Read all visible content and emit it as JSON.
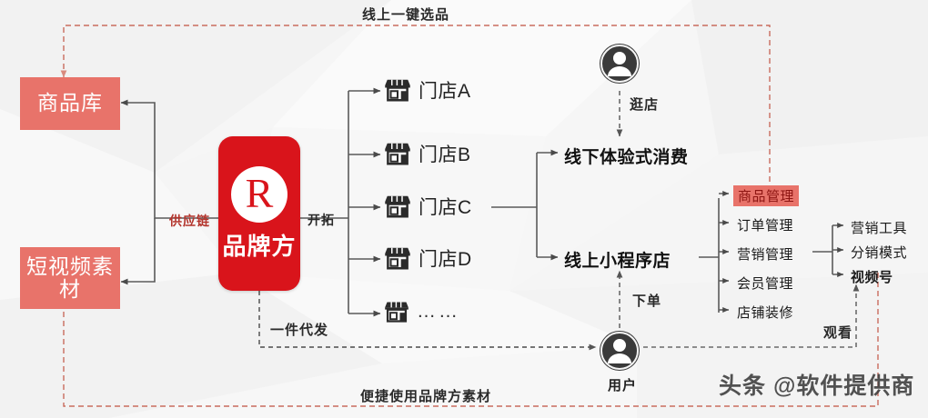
{
  "diagram": {
    "title_top": "线上一键选品",
    "title_bottom": "便捷使用品牌方素材",
    "colors": {
      "coral": "#e8736a",
      "brand_red": "#d9141b",
      "dashed_red": "#c96c5e",
      "wire_gray": "#595959",
      "highlight_text": "#8d1512"
    }
  },
  "left_boxes": [
    {
      "label": "商品库"
    },
    {
      "label": "短视频素材"
    }
  ],
  "brand": {
    "logo_letter": "R",
    "name": "品牌方",
    "left_edge_label": "供应链",
    "right_edge_label": "开拓",
    "dropship_label": "一件代发"
  },
  "stores": [
    {
      "label": "门店A",
      "icon": "storefront-icon"
    },
    {
      "label": "门店B",
      "icon": "storefront-icon"
    },
    {
      "label": "门店C",
      "icon": "storefront-icon"
    },
    {
      "label": "门店D",
      "icon": "storefront-icon"
    },
    {
      "label": "……",
      "icon": "storefront-icon"
    }
  ],
  "channels": [
    {
      "label": "线下体验式消费"
    },
    {
      "label": "线上小程序店"
    }
  ],
  "menu": {
    "items": [
      {
        "label": "商品管理",
        "highlighted": true
      },
      {
        "label": "订单管理",
        "highlighted": false
      },
      {
        "label": "营销管理",
        "highlighted": false
      },
      {
        "label": "会员管理",
        "highlighted": false
      },
      {
        "label": "店铺装修",
        "highlighted": false
      }
    ],
    "submenu": [
      {
        "label": "营销工具",
        "bold": false
      },
      {
        "label": "分销模式",
        "bold": false
      },
      {
        "label": "视频号",
        "bold": true
      }
    ]
  },
  "actors": [
    {
      "id": "shopper",
      "icon": "person-icon",
      "caption": "",
      "action_label": "逛店"
    },
    {
      "id": "user",
      "icon": "person-icon",
      "caption": "用户",
      "action_label": "下单"
    }
  ],
  "edge_labels": {
    "visit_store": "逛店",
    "place_order": "下单",
    "watch": "观看"
  },
  "watermark": {
    "text": "头条 @软件提供商"
  }
}
